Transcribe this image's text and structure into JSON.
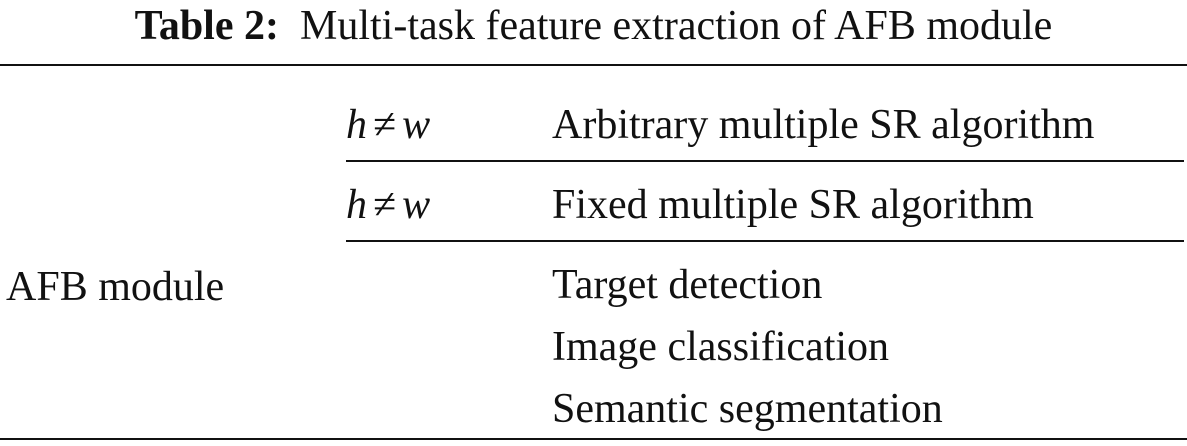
{
  "caption": {
    "label": "Table 2:",
    "text": "Multi-task feature extraction of AFB module"
  },
  "table": {
    "row_header": "AFB module",
    "rows": [
      {
        "condition": {
          "lhs": "h",
          "op": "≠",
          "rhs": "w"
        },
        "tasks": [
          "Arbitrary multiple SR algorithm"
        ]
      },
      {
        "condition": {
          "lhs": "h",
          "op": "≠",
          "rhs": "w"
        },
        "tasks": [
          "Fixed multiple SR algorithm"
        ]
      },
      {
        "condition": null,
        "tasks": [
          "Target detection",
          "Image classification",
          "Semantic segmentation"
        ]
      }
    ]
  }
}
